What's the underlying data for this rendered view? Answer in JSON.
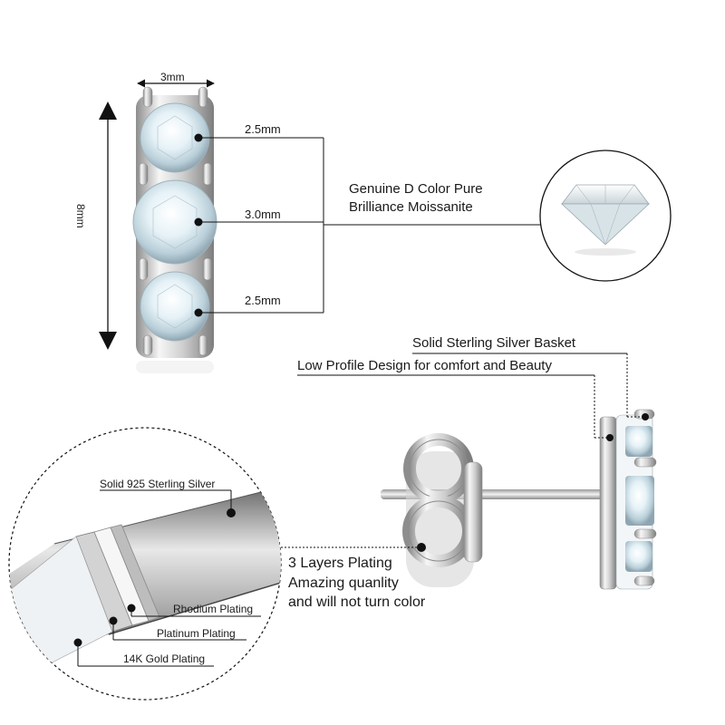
{
  "dimensions": {
    "width_label": "3mm",
    "height_label": "8mm",
    "stone_top": "2.5mm",
    "stone_middle": "3.0mm",
    "stone_bottom": "2.5mm"
  },
  "stone_description": {
    "line1": "Genuine D Color Pure",
    "line2": "Brilliance Moissanite"
  },
  "side_view": {
    "basket_label": "Solid Sterling Silver Basket",
    "profile_label": "Low Profile Design for comfort and Beauty",
    "plating_line1": "3 Layers Plating",
    "plating_line2": "Amazing quanlity",
    "plating_line3": "and will not turn color"
  },
  "cross_section": {
    "core_label": "Solid 925 Sterling Silver",
    "layer1": "Rhodium Plating",
    "layer2": "Platinum Plating",
    "layer3": "14K Gold Plating"
  },
  "colors": {
    "line": "#111111",
    "silver_light": "#f4f4f4",
    "silver_dark": "#7a7a7a",
    "stone": "#dfeef5"
  }
}
